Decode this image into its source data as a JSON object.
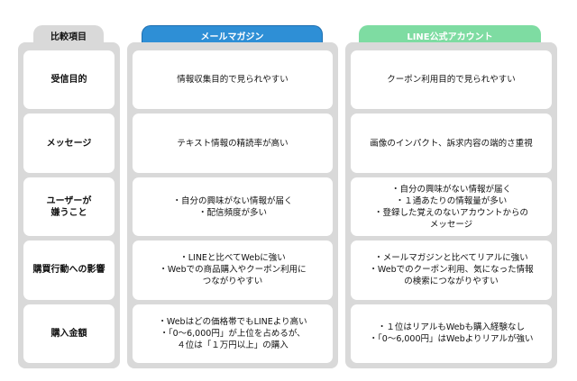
{
  "headers": {
    "item": "比較項目",
    "mail": "メールマガジン",
    "line": "LINE公式アカウント"
  },
  "colors": {
    "mail": "#2e8fd6",
    "line": "#7edca2",
    "item": "#d9d9d9"
  },
  "rows": [
    {
      "item": "受信目的",
      "mail": "情報収集目的で見られやすい",
      "line": "クーポン利用目的で見られやすい"
    },
    {
      "item": "メッセージ",
      "mail": "テキスト情報の精読率が高い",
      "line": "画像のインパクト、訴求内容の端的さ重視"
    },
    {
      "item": "ユーザーが\n嫌うこと",
      "mail": "・自分の興味がない情報が届く\n・配信頻度が多い",
      "line": "・自分の興味がない情報が届く\n・１通あたりの情報量が多い\n・登録した覚えのないアカウントからの\nメッセージ"
    },
    {
      "item": "購買行動への影響",
      "mail": "・LINEと比べてWebに強い\n・Webでの商品購入やクーポン利用に\nつながりやすい",
      "line": "・メールマガジンと比べてリアルに強い\n・Webでのクーポン利用、気になった情報\nの検索につながりやすい"
    },
    {
      "item": "購入金額",
      "mail": "・Webはどの価格帯でもLINEより高い\n・「0〜6,000円」が上位を占めるが、\n４位は「１万円以上」の購入",
      "line": "・１位はリアルもWebも購入経験なし\n・「0〜6,000円」はWebよりリアルが強い"
    }
  ]
}
